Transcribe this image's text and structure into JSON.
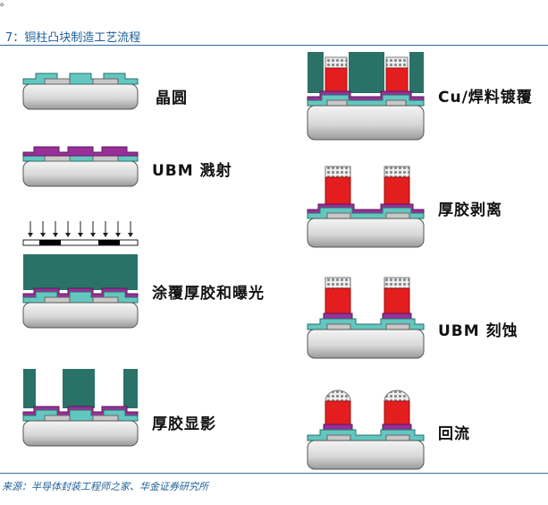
{
  "top_mark": "。",
  "figure_title": "7：铜柱凸块制造工艺流程",
  "source_note": "来源：半导体封装工程师之家、华金证券研究所",
  "steps": [
    {
      "label": "晶圆"
    },
    {
      "label": "UBM 溅射"
    },
    {
      "label": "涂覆厚胶和曝光"
    },
    {
      "label": "厚胶显影"
    },
    {
      "label": "Cu/焊料镀覆"
    },
    {
      "label": "厚胶剥离"
    },
    {
      "label": "UBM 刻蚀"
    },
    {
      "label": "回流"
    }
  ],
  "colors": {
    "title_blue": "#1f5f99",
    "photoresist": "#2a7268",
    "copper_pillar": "#e41e1e",
    "ubm": "#9a2f9a",
    "passivation": "#63c7c0",
    "pad": "#c8c8c8",
    "wafer": "#dcdcdc",
    "mask_dark": "#000000"
  }
}
